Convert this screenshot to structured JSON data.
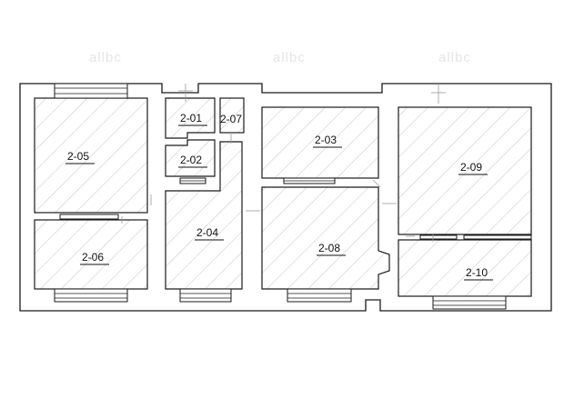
{
  "watermark_text": "allbc",
  "rooms": [
    {
      "id": "r05",
      "label": "2-05"
    },
    {
      "id": "r06",
      "label": "2-06"
    },
    {
      "id": "r01",
      "label": "2-01"
    },
    {
      "id": "r02",
      "label": "2-02"
    },
    {
      "id": "r07",
      "label": "2-07"
    },
    {
      "id": "r04",
      "label": "2-04"
    },
    {
      "id": "r03",
      "label": "2-03"
    },
    {
      "id": "r08",
      "label": "2-08"
    },
    {
      "id": "r09",
      "label": "2-09"
    },
    {
      "id": "r10",
      "label": "2-10"
    }
  ]
}
